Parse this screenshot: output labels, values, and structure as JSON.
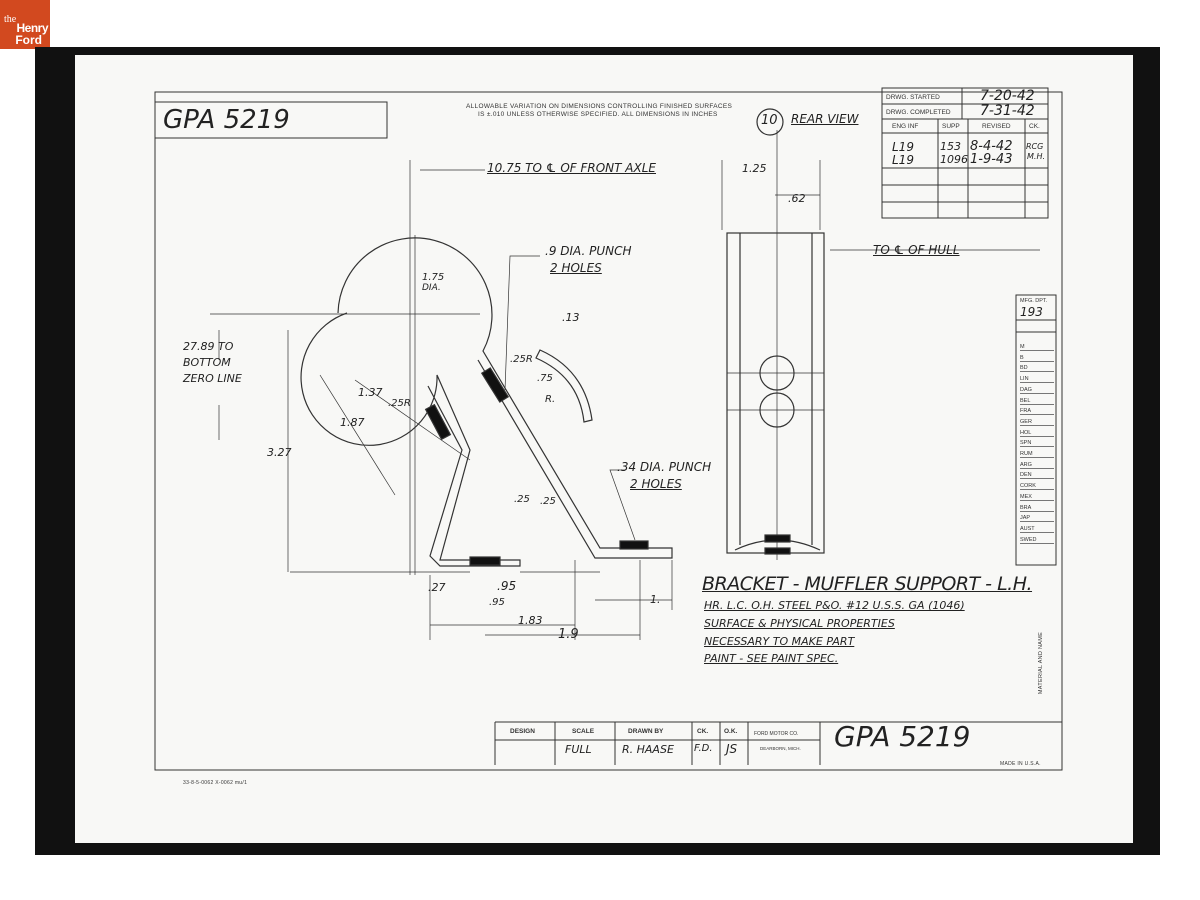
{
  "logo": {
    "line1": "the",
    "line2": "Henry",
    "line3": "Ford",
    "color": "#d2491f"
  },
  "drawing": {
    "number_top": "GPA 5219",
    "tolerance_note_1": "ALLOWABLE VARIATION ON DIMENSIONS CONTROLLING FINISHED SURFACES",
    "tolerance_note_2": "IS ±.010 UNLESS OTHERWISE SPECIFIED.   ALL DIMENSIONS IN INCHES",
    "view_number": "10",
    "view_label": "REAR VIEW",
    "dim_front_axle": "10.75 TO ℄ OF FRONT AXLE",
    "dim_125": "1.25",
    "dim_62": ".62",
    "to_hull": "TO ℄ OF HULL",
    "punch_1a": ".9 DIA. PUNCH",
    "punch_1b": "2 HOLES",
    "punch_2a": ".34 DIA. PUNCH",
    "punch_2b": "2 HOLES",
    "dia": "1.75",
    "dia_label": "DIA.",
    "zero_1": "27.89 TO",
    "zero_2": "BOTTOM",
    "zero_3": "ZERO LINE",
    "d_13": ".13",
    "d_25r_a": ".25R",
    "d_75": ".75",
    "d_r": "R.",
    "d_137": "1.37",
    "d_25r_b": ".25R",
    "d_187": "1.87",
    "d_327": "3.27",
    "d_25a": ".25",
    "d_25b": ".25",
    "d_27": ".27",
    "d_95a": ".95",
    "d_95b": ".95",
    "d_1": "1.",
    "d_183": "1.83",
    "d_19": "1.9",
    "title": "BRACKET - MUFFLER SUPPORT - L.H.",
    "material": "HR. L.C. O.H. STEEL P&O. #12 U.S.S. GA (1046)",
    "note_1": "SURFACE & PHYSICAL PROPERTIES",
    "note_2": "NECESSARY TO MAKE PART",
    "note_3": "PAINT - SEE PAINT SPEC.",
    "side_note": "MATERIAL AND NAME",
    "made_in": "MADE IN U.S.A.",
    "stamp": "33-8-5-0062  X-0062 mu/1"
  },
  "revision_block": {
    "started_label": "DRWG. STARTED",
    "started": "7-20-42",
    "completed_label": "DRWG. COMPLETED",
    "completed": "7-31-42",
    "headers": [
      "ENG INF",
      "SUPP",
      "REVISED",
      "CK."
    ],
    "rows": [
      [
        "L19",
        "153",
        "8-4-42",
        "RCG"
      ],
      [
        "L19",
        "1096",
        "1-9-43",
        "M.H."
      ]
    ]
  },
  "mfg_dept": {
    "label": "MFG. DPT.",
    "value": "193",
    "countries": [
      "M",
      "B",
      "BD",
      "LIN",
      "DAG",
      "BEL",
      "FRA",
      "GER",
      "HOL",
      "SPN",
      "RUM",
      "ARG",
      "DEN",
      "CORK",
      "MEX",
      "BRA",
      "JAP",
      "AUST",
      "SWED"
    ]
  },
  "title_block": {
    "design_label": "DESIGN",
    "scale_label": "SCALE",
    "drawn_label": "DRAWN BY",
    "ck_label": "CK.",
    "ok_label": "O.K.",
    "scale": "FULL",
    "drawn_by": "R. HAASE",
    "ck": "F.D.",
    "ok": "JS",
    "company_1": "FORD MOTOR CO.",
    "company_2": "DEARBORN, MICH.",
    "number": "GPA 5219"
  }
}
